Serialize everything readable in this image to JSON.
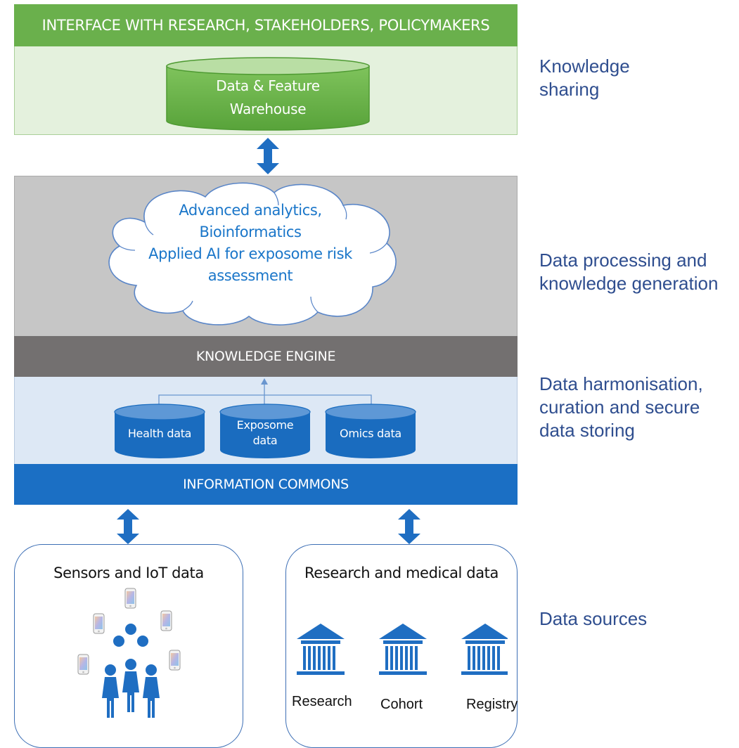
{
  "top_band": {
    "title": "INTERFACE WITH RESEARCH, STAKEHOLDERS, POLICYMAKERS"
  },
  "warehouse": {
    "lines": [
      "Data & Feature",
      "Warehouse"
    ]
  },
  "cloud": {
    "lines": [
      "Advanced analytics,",
      "Bioinformatics",
      "Applied AI for exposome risk",
      "assessment"
    ]
  },
  "knowledge_engine": {
    "title": "KNOWLEDGE ENGINE"
  },
  "databases": [
    {
      "lines": [
        "Health data"
      ]
    },
    {
      "lines": [
        "Exposome",
        "data"
      ]
    },
    {
      "lines": [
        "Omics data"
      ]
    }
  ],
  "information_commons": {
    "title": "INFORMATION COMMONS"
  },
  "sources": {
    "sensors": {
      "title": "Sensors and IoT data"
    },
    "research": {
      "title": "Research and medical data",
      "institutions": [
        "Research",
        "Cohort",
        "Registry"
      ]
    }
  },
  "side_labels": {
    "knowledge_sharing": [
      "Knowledge",
      "sharing"
    ],
    "processing": [
      "Data processing and",
      "knowledge generation"
    ],
    "harmonisation": [
      "Data harmonisation,",
      "curation and secure",
      "data storing"
    ],
    "sources": [
      "Data sources"
    ]
  },
  "colors": {
    "green_band": "#6ab04c",
    "green_panel": "#e4f1dd",
    "grey_panel": "#c6c6c6",
    "dark_grey_band": "#737070",
    "light_blue_panel": "#dde8f5",
    "blue_band": "#1b6fc4",
    "arrow_blue": "#1f6ec2",
    "cloud_text": "#1a76c9"
  }
}
